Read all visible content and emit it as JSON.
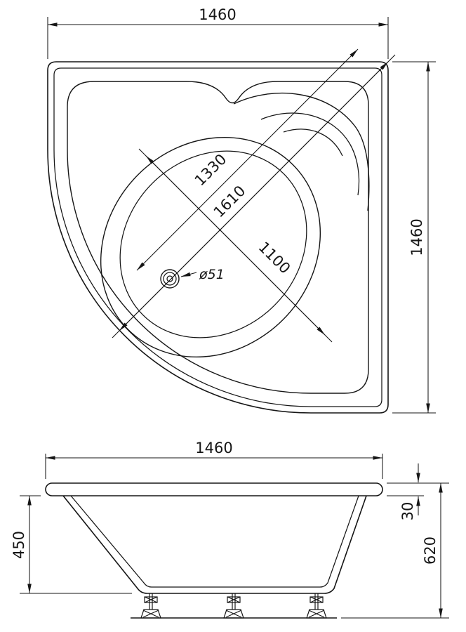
{
  "top_view": {
    "dim_width": "1460",
    "dim_height": "1460",
    "dim_diagonal_inner": "1330",
    "dim_diagonal_overall": "1610",
    "dim_basin_width": "1100",
    "drain_label": "ø51"
  },
  "side_view": {
    "dim_width": "1460",
    "dim_depth": "450",
    "dim_rim_height": "30",
    "dim_overall_height": "620"
  }
}
